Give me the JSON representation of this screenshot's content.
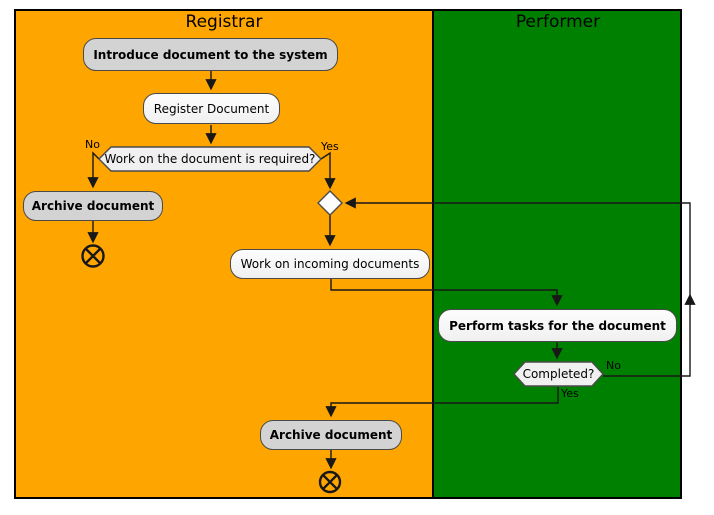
{
  "lanes": [
    {
      "title": "Registrar",
      "color": "#FFA500"
    },
    {
      "title": "Performer",
      "color": "#008000"
    }
  ],
  "nodes": {
    "introduce": {
      "label": "Introduce document to the system"
    },
    "register": {
      "label": "Register Document"
    },
    "decision_required": {
      "label": "Work on the document is required?"
    },
    "archive_registrar": {
      "label": "Archive document"
    },
    "work_incoming": {
      "label": "Work on incoming documents"
    },
    "perform_tasks": {
      "label": "Perform tasks for the document"
    },
    "decision_completed": {
      "label": "Completed?"
    },
    "archive_performer": {
      "label": "Archive document"
    }
  },
  "edge_labels": {
    "required_no": "No",
    "required_yes": "Yes",
    "completed_no": "No",
    "completed_yes": "Yes"
  },
  "icons": {
    "end_node": "flow-final-icon"
  },
  "colors": {
    "node_gray": "#d3d3d3",
    "node_white": "#f0f0f0",
    "border": "#4a4a4a",
    "line": "#181818"
  }
}
